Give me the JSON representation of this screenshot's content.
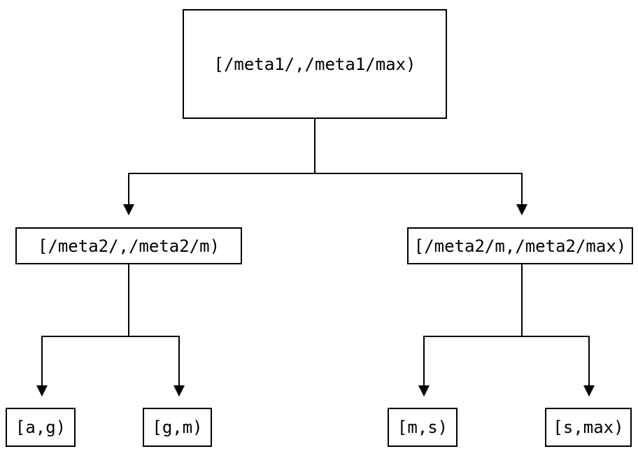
{
  "diagram": {
    "type": "tree",
    "colors": {
      "line": "#000000",
      "box_border": "#000000",
      "text": "#000000",
      "background": "#ffffff"
    },
    "nodes": {
      "root": {
        "label": "[/meta1/,/meta1/max)"
      },
      "mid_left": {
        "label": "[/meta2/,/meta2/m)"
      },
      "mid_right": {
        "label": "[/meta2/m,/meta2/max)"
      },
      "leaf_ag": {
        "label": "[a,g)"
      },
      "leaf_gm": {
        "label": "[g,m)"
      },
      "leaf_ms": {
        "label": "[m,s)"
      },
      "leaf_smax": {
        "label": "[s,max)"
      }
    },
    "edges": [
      {
        "from": "root",
        "to": "mid_left"
      },
      {
        "from": "root",
        "to": "mid_right"
      },
      {
        "from": "mid_left",
        "to": "leaf_ag"
      },
      {
        "from": "mid_left",
        "to": "leaf_gm"
      },
      {
        "from": "mid_right",
        "to": "leaf_ms"
      },
      {
        "from": "mid_right",
        "to": "leaf_smax"
      }
    ]
  }
}
